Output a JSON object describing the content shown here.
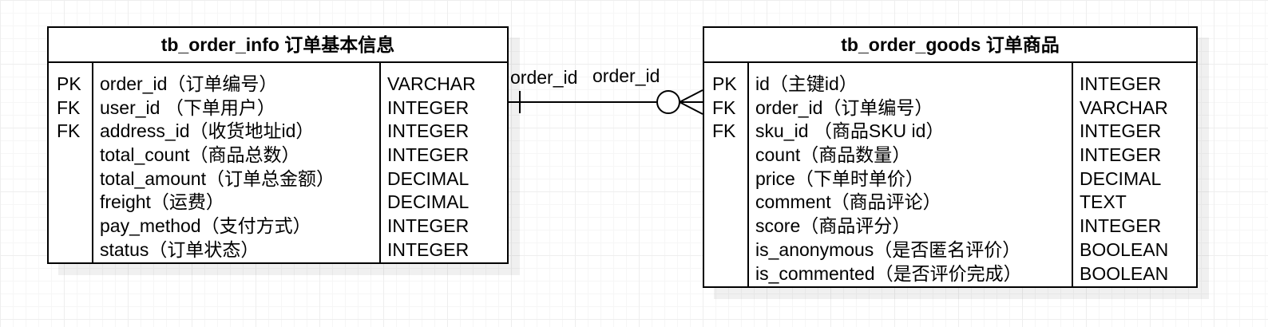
{
  "tables": [
    {
      "title": "tb_order_info  订单基本信息",
      "keys": [
        "PK",
        "FK",
        "FK",
        "",
        "",
        "",
        "",
        ""
      ],
      "fields": [
        "order_id（订单编号）",
        "user_id （下单用户）",
        "address_id（收货地址id）",
        "total_count（商品总数）",
        "total_amount（订单总金额）",
        "freight（运费）",
        "pay_method（支付方式）",
        "status（订单状态）"
      ],
      "types": [
        "VARCHAR",
        "INTEGER",
        "INTEGER",
        "INTEGER",
        "DECIMAL",
        "DECIMAL",
        "INTEGER",
        "INTEGER"
      ]
    },
    {
      "title": "tb_order_goods  订单商品",
      "keys": [
        "PK",
        "FK",
        "FK",
        "",
        "",
        "",
        "",
        "",
        ""
      ],
      "fields": [
        "id（主键id）",
        "order_id（订单编号）",
        "sku_id （商品SKU id）",
        "count（商品数量）",
        "price（下单时单价）",
        "comment（商品评论）",
        "score（商品评分）",
        "is_anonymous（是否匿名评价）",
        "is_commented（是否评价完成）"
      ],
      "types": [
        "INTEGER",
        "VARCHAR",
        "INTEGER",
        "INTEGER",
        "DECIMAL",
        "TEXT",
        "INTEGER",
        "BOOLEAN",
        "BOOLEAN"
      ]
    }
  ],
  "relationship": {
    "source_label": "order_id",
    "target_label": "order_id",
    "source_cardinality": "one",
    "target_cardinality": "zero-or-many"
  }
}
